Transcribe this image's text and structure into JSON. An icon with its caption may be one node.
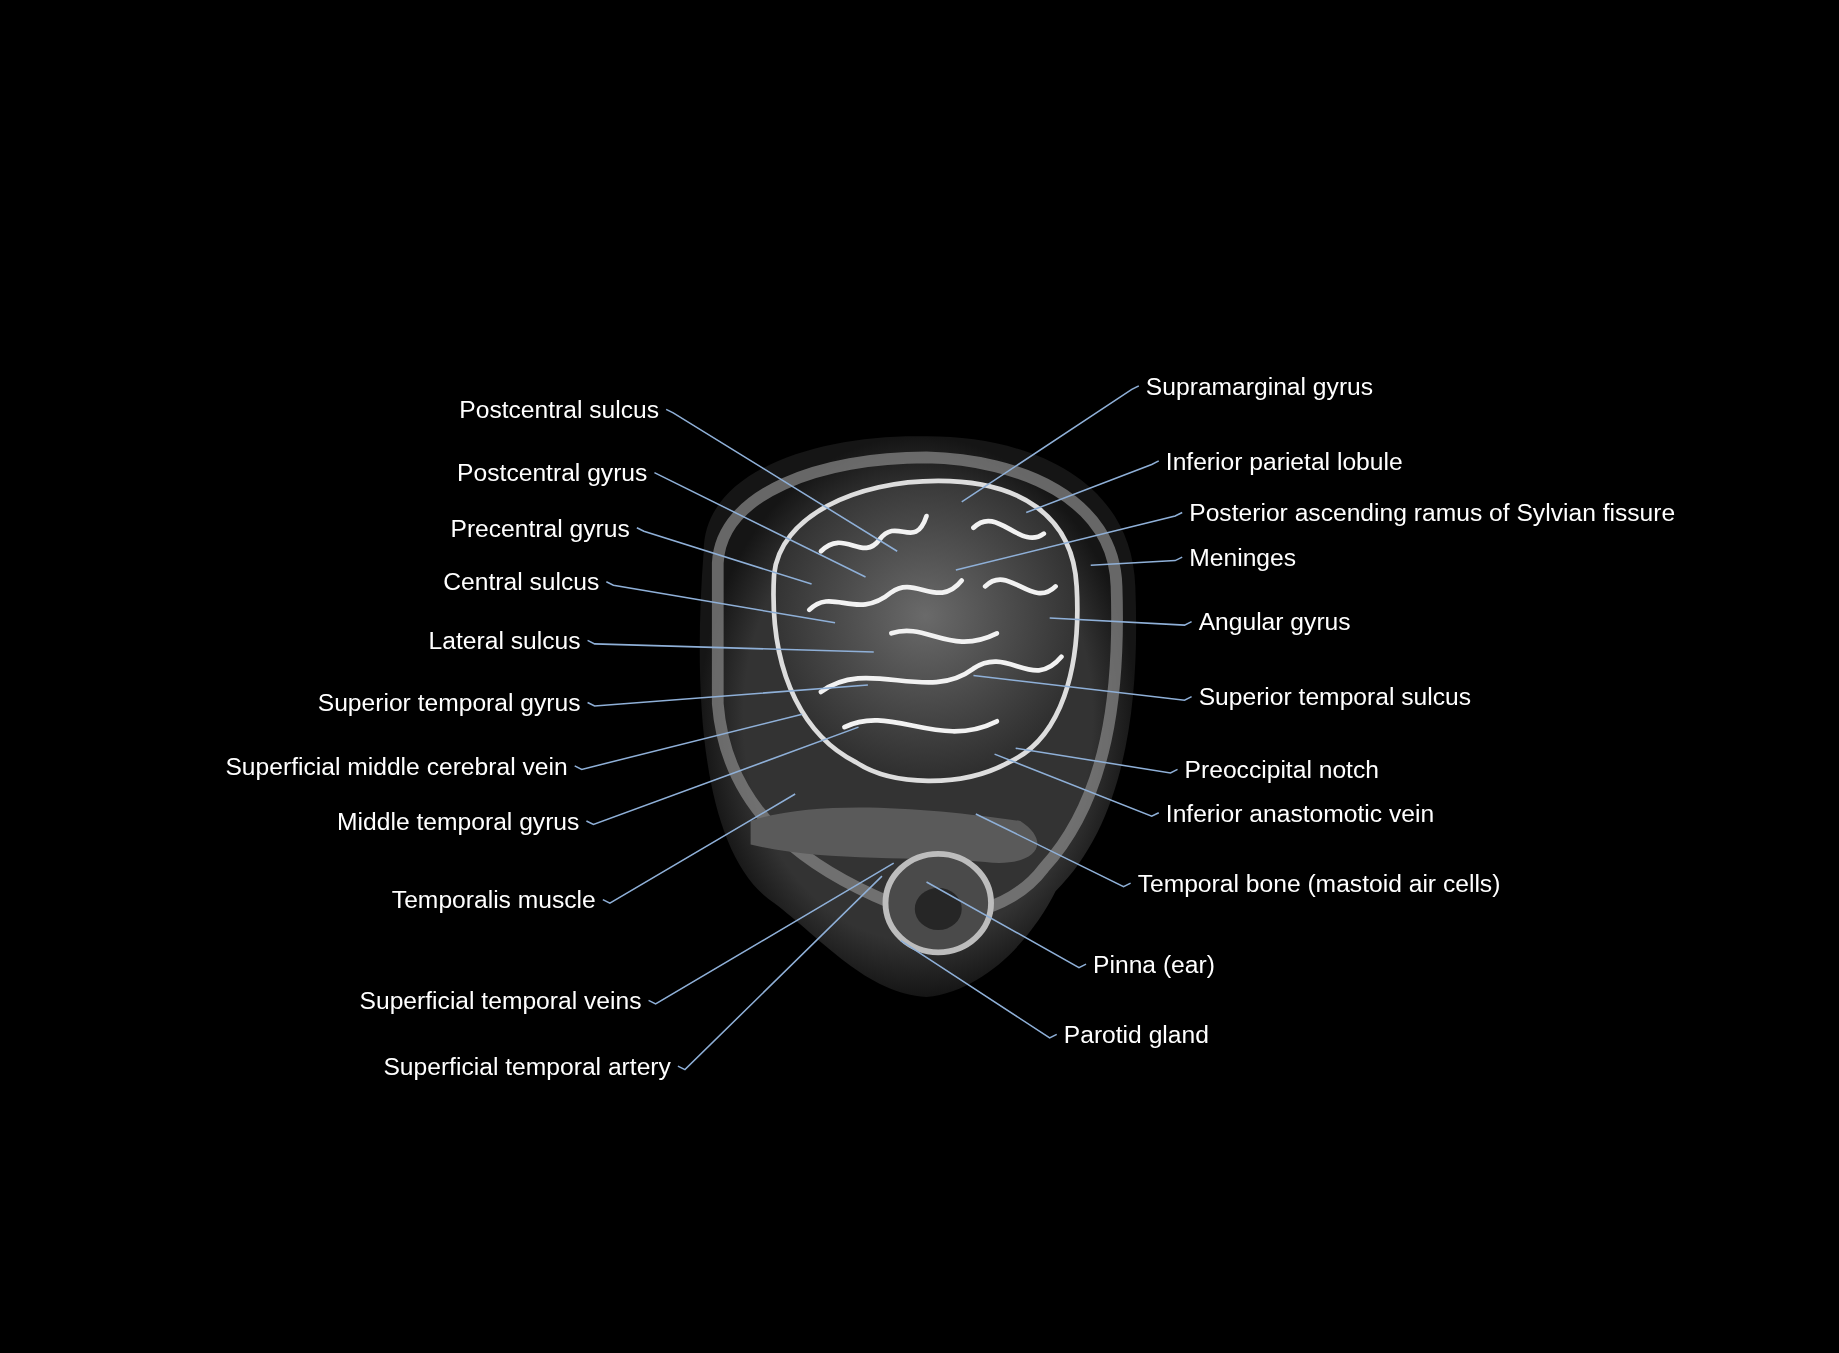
{
  "diagram": {
    "nodes": [
      {
        "text": [
          "Postcentral sulcus"
        ]
      },
      {
        "text": [
          "Postcentral gyrus"
        ]
      },
      {
        "text": [
          "Precentral gyrus"
        ]
      },
      {
        "text": [
          "Central sulcus"
        ]
      },
      {
        "text": [
          "Lateral sulcus"
        ]
      },
      {
        "text": [
          "Superior temporal gyrus"
        ]
      },
      {
        "text": [
          "Superficial middle cerebral vein"
        ]
      },
      {
        "text": [
          "Middle temporal gyrus"
        ]
      },
      {
        "text": [
          "Temporalis muscle"
        ]
      },
      {
        "text": [
          "Superficial temporal veins"
        ]
      },
      {
        "text": [
          "Superficial temporal artery"
        ]
      },
      {
        "text": [
          "Supramarginal gyrus"
        ]
      },
      {
        "text": [
          "Inferior parietal lobule"
        ]
      },
      {
        "text": [
          "Posterior ascending ramus of Sylvian fissure"
        ]
      },
      {
        "text": [
          "Meninges"
        ]
      },
      {
        "text": [
          "Angular gyrus"
        ]
      },
      {
        "text": [
          "Superior temporal sulcus"
        ]
      },
      {
        "text": [
          "Preoccipital notch"
        ]
      },
      {
        "text": [
          "Inferior anastomotic vein"
        ]
      },
      {
        "text": [
          "Temporal bone (mastoid air cells)"
        ]
      },
      {
        "text": [
          "Pinna (ear)"
        ]
      },
      {
        "text": [
          "Parotid gland"
        ]
      }
    ],
    "edges": [
      {
        "from": 0,
        "to": null,
        "arrow": "none"
      },
      {
        "from": 1,
        "to": null,
        "arrow": "none"
      },
      {
        "from": 2,
        "to": null,
        "arrow": "none"
      },
      {
        "from": 3,
        "to": null,
        "arrow": "none"
      },
      {
        "from": 4,
        "to": null,
        "arrow": "none"
      },
      {
        "from": 5,
        "to": null,
        "arrow": "none"
      },
      {
        "from": 6,
        "to": null,
        "arrow": "none"
      },
      {
        "from": 7,
        "to": null,
        "arrow": "none"
      },
      {
        "from": 8,
        "to": null,
        "arrow": "none"
      },
      {
        "from": 9,
        "to": null,
        "arrow": "none"
      },
      {
        "from": 10,
        "to": null,
        "arrow": "none"
      },
      {
        "from": 11,
        "to": null,
        "arrow": "none"
      },
      {
        "from": 12,
        "to": null,
        "arrow": "none"
      },
      {
        "from": 13,
        "to": null,
        "arrow": "none"
      },
      {
        "from": 14,
        "to": null,
        "arrow": "none"
      },
      {
        "from": 15,
        "to": null,
        "arrow": "none"
      },
      {
        "from": 16,
        "to": null,
        "arrow": "none"
      },
      {
        "from": 17,
        "to": null,
        "arrow": "none"
      },
      {
        "from": 18,
        "to": null,
        "arrow": "none"
      },
      {
        "from": 19,
        "to": null,
        "arrow": "none"
      },
      {
        "from": 20,
        "to": null,
        "arrow": "none"
      },
      {
        "from": 21,
        "to": null,
        "arrow": "none"
      }
    ]
  }
}
